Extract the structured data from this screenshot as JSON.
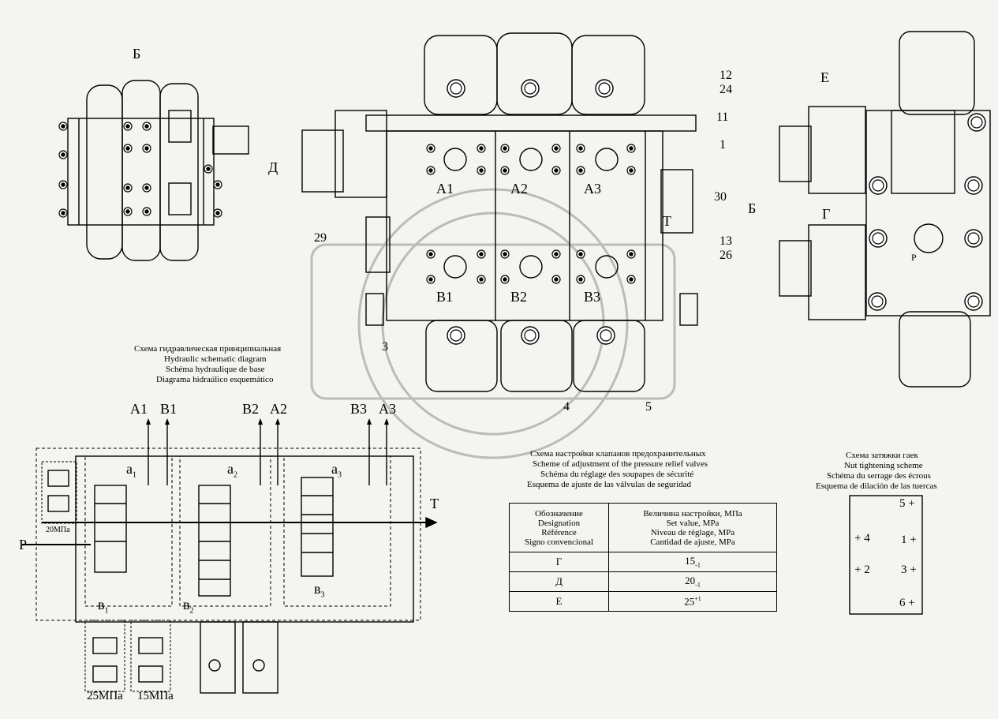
{
  "views": {
    "view_b_title": "Б",
    "arrow_b": "Б",
    "labels_front": [
      "A1",
      "A2",
      "A3",
      "B1",
      "B2",
      "B3"
    ],
    "label_d": "Д",
    "label_t": "Т",
    "label_e": "Е",
    "label_g": "Г",
    "label_p_side": "P",
    "callouts": {
      "c12": "12",
      "c24": "24",
      "c11": "11",
      "c1": "1",
      "c30": "30",
      "c13": "13",
      "c26": "26",
      "c29": "29",
      "c3": "3",
      "c4": "4",
      "c5": "5"
    }
  },
  "hydraulic": {
    "title_ru": "Схема гидравлическая принципиальная",
    "title_en": "Hydraulic schematic diagram",
    "title_fr": "Schéma hydraulique de base",
    "title_es": "Diagrama hidraúlico esquemático",
    "ports_top": [
      "A1",
      "B1",
      "B2",
      "A2",
      "B3",
      "A3"
    ],
    "port_p": "P",
    "port_t": "T",
    "a_labels": [
      "a",
      "a",
      "a"
    ],
    "a_subs": [
      "1",
      "2",
      "3"
    ],
    "b_labels": [
      "в",
      "в",
      "в"
    ],
    "b_subs": [
      "1",
      "2",
      "3"
    ],
    "relief_main": "20МПа",
    "relief_1": "25МПа",
    "relief_2": "15МПа"
  },
  "adjust": {
    "title_ru": "Схема настройки клапанов предохранительных",
    "title_en": "Scheme of adjustment of the pressure relief valves",
    "title_fr": "Schéma du réglage des soupapes de sécurité",
    "title_es": "Esquema de ajuste de las válvulas de seguridad",
    "col1": [
      "Обозначение",
      "Designation",
      "Référence",
      "Signo convencional"
    ],
    "col2": [
      "Величина настройки, МПа",
      "Set value, MPa",
      "Niveau de réglage, MPa",
      "Cantidad de ajuste, MPa"
    ],
    "rows": [
      {
        "sign": "Г",
        "value": "15",
        "tol": "-1"
      },
      {
        "sign": "Д",
        "value": "20",
        "tol": "-1"
      },
      {
        "sign": "Е",
        "value": "25",
        "tol": "+1"
      }
    ]
  },
  "nuts": {
    "title_ru": "Схема затяжки гаек",
    "title_en": "Nut tightening scheme",
    "title_fr": "Schéma du serrage des écrous",
    "title_es": "Esquema de dilación de las tuercas",
    "n1": "1",
    "n2": "2",
    "n3": "3",
    "n4": "4",
    "n5": "5",
    "n6": "6"
  }
}
